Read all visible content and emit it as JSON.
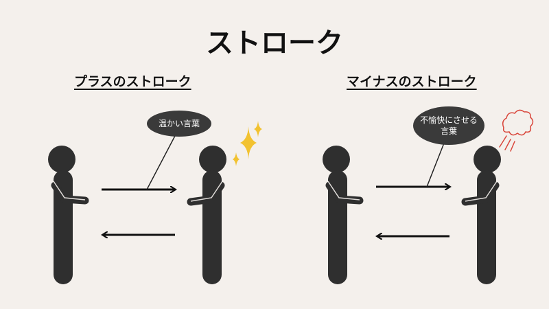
{
  "title": "ストローク",
  "sections": [
    {
      "heading": "プラスのストローク",
      "bubble_lines": [
        "温かい言葉"
      ],
      "reaction_icon": "sparkle-icon",
      "reaction_color": "#f2c230"
    },
    {
      "heading": "マイナスのストローク",
      "bubble_lines": [
        "不愉快にさせる",
        "言葉"
      ],
      "reaction_icon": "anger-steam-icon",
      "reaction_color": "#d9463b"
    }
  ],
  "colors": {
    "background": "#f4f0ec",
    "figure": "#2f2f2f",
    "arrow": "#111111",
    "bubble": "#3a3a3a"
  }
}
